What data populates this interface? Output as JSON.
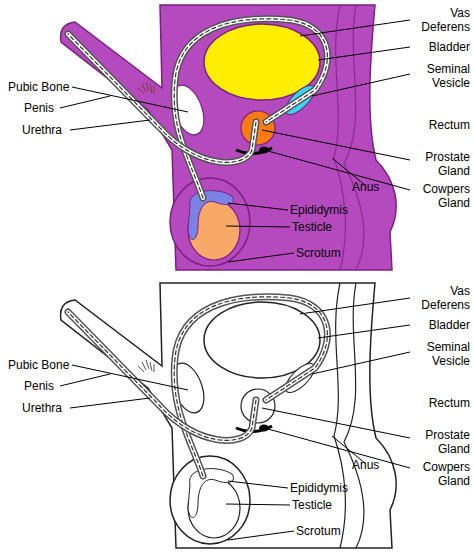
{
  "diagram": {
    "labels": [
      "Vas Deferens",
      "Bladder",
      "Pubic Bone",
      "Penis",
      "Seminal Vesicle",
      "Urethra",
      "Rectum",
      "Prostate Gland",
      "Anus",
      "Cowpers Gland",
      "Epididymis",
      "Testicle",
      "Scrotum",
      "Vas Deferens",
      "Bladder",
      "Pubic Bone",
      "Penis",
      "Seminal Vesicle",
      "Urethra",
      "Rectum",
      "Prostate Gland",
      "Anus",
      "Cowpers Gland",
      "Epididymis",
      "Testicle",
      "Scrotum"
    ]
  }
}
